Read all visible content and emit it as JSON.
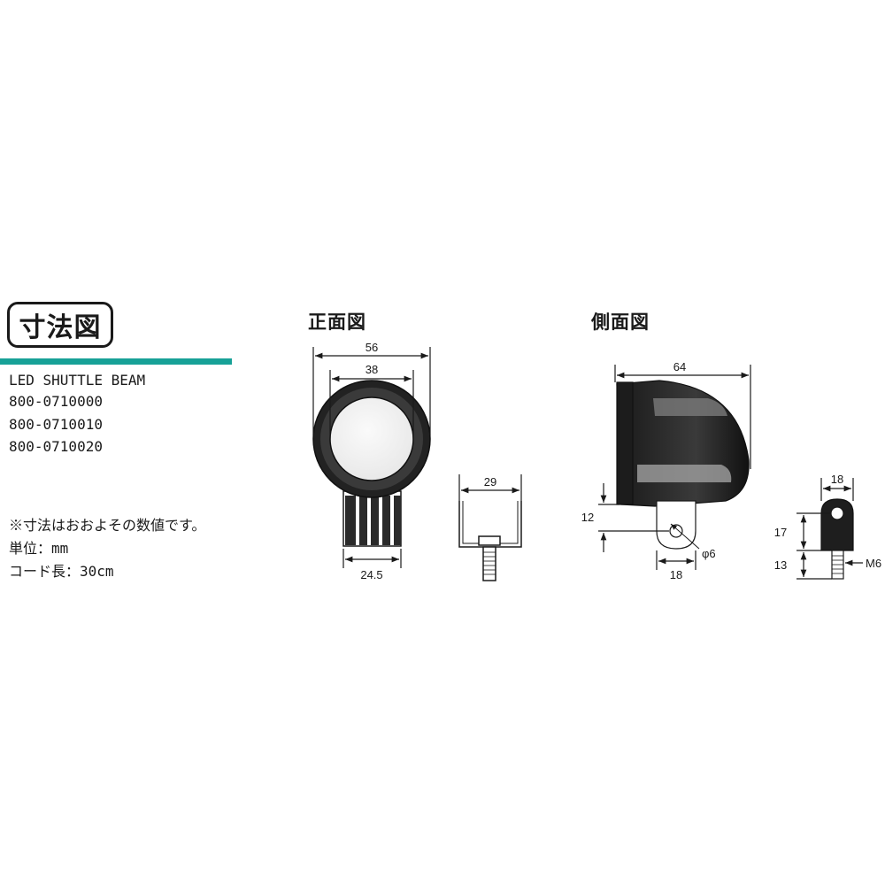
{
  "header": {
    "badge_title": "寸法図"
  },
  "product": {
    "name": "LED SHUTTLE BEAM",
    "part_numbers": [
      "800-0710000",
      "800-0710010",
      "800-0710020"
    ]
  },
  "notes": {
    "approx": "※寸法はおおよその数値です。",
    "unit": "単位：mm",
    "cord": "コード長：30cm"
  },
  "views": {
    "front_title": "正面図",
    "side_title": "側面図"
  },
  "dimensions": {
    "front_outer_width": "56",
    "front_lens_width": "38",
    "front_heatsink_width": "24.5",
    "bracket_width": "29",
    "side_depth": "64",
    "side_mount_height": "12",
    "side_hole_dia": "φ6",
    "side_mount_width": "18",
    "mount_detail_width": "18",
    "mount_detail_height": "17",
    "bolt_length": "13",
    "bolt_thread": "M6"
  }
}
